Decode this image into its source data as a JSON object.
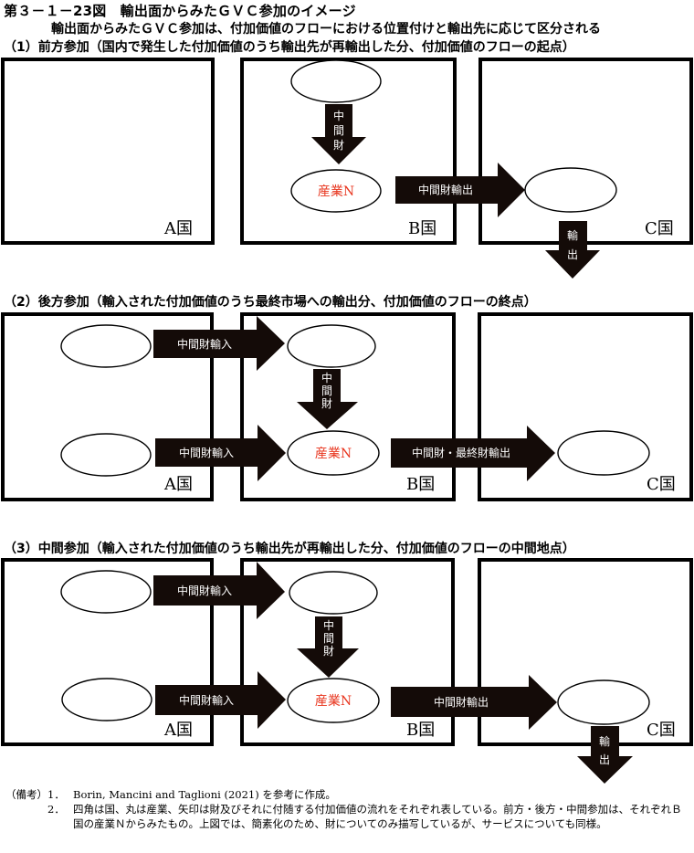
{
  "figure": {
    "title": "第３－１－23図　輸出面からみたＧＶＣ参加のイメージ",
    "subtitle": "輸出面からみたＧＶＣ参加は、付加価値のフローにおける位置付けと輸出先に応じて区分される"
  },
  "panels": [
    {
      "heading": "（1）前方参加（国内で発生した付加価値のうち輸出先が再輸出した分、付加価値のフローの起点）",
      "countries": [
        "A国",
        "B国",
        "C国"
      ],
      "industry_label": "産業N",
      "arrows": {
        "b_internal": [
          "中",
          "間",
          "財"
        ],
        "b_to_c": "中間財輸出",
        "c_out": [
          "輸",
          "出"
        ]
      }
    },
    {
      "heading": "（2）後方参加（輸入された付加価値のうち最終市場への輸出分、付加価値のフローの終点）",
      "countries": [
        "A国",
        "B国",
        "C国"
      ],
      "industry_label": "産業N",
      "arrows": {
        "a_to_b_top": "中間財輸入",
        "a_to_b_bottom": "中間財輸入",
        "b_internal": [
          "中",
          "間",
          "財"
        ],
        "b_to_c": "中間財・最終財輸出"
      }
    },
    {
      "heading": "（3）中間参加（輸入された付加価値のうち輸出先が再輸出した分、付加価値のフローの中間地点）",
      "countries": [
        "A国",
        "B国",
        "C国"
      ],
      "industry_label": "産業N",
      "arrows": {
        "a_to_b_top": "中間財輸入",
        "a_to_b_bottom": "中間財輸入",
        "b_internal": [
          "中",
          "間",
          "財"
        ],
        "b_to_c": "中間財輸出",
        "c_out": [
          "輸",
          "出"
        ]
      }
    }
  ],
  "notes": {
    "label": "（備考）",
    "items": [
      {
        "num": "1．",
        "text": "Borin, Mancini and Taglioni (2021) を参考に作成。"
      },
      {
        "num": "2．",
        "text": "四角は国、丸は産業、矢印は財及びそれに付随する付加価値の流れをそれぞれ表している。前方・後方・中間参加は、それぞれＢ国の産業Ｎからみたもの。上図では、簡素化のため、財についてのみ描写しているが、サービスについても同様。"
      }
    ]
  },
  "colors": {
    "arrow": "#140b08",
    "industry_text": "#e8351e",
    "box_stroke": "#000000"
  }
}
